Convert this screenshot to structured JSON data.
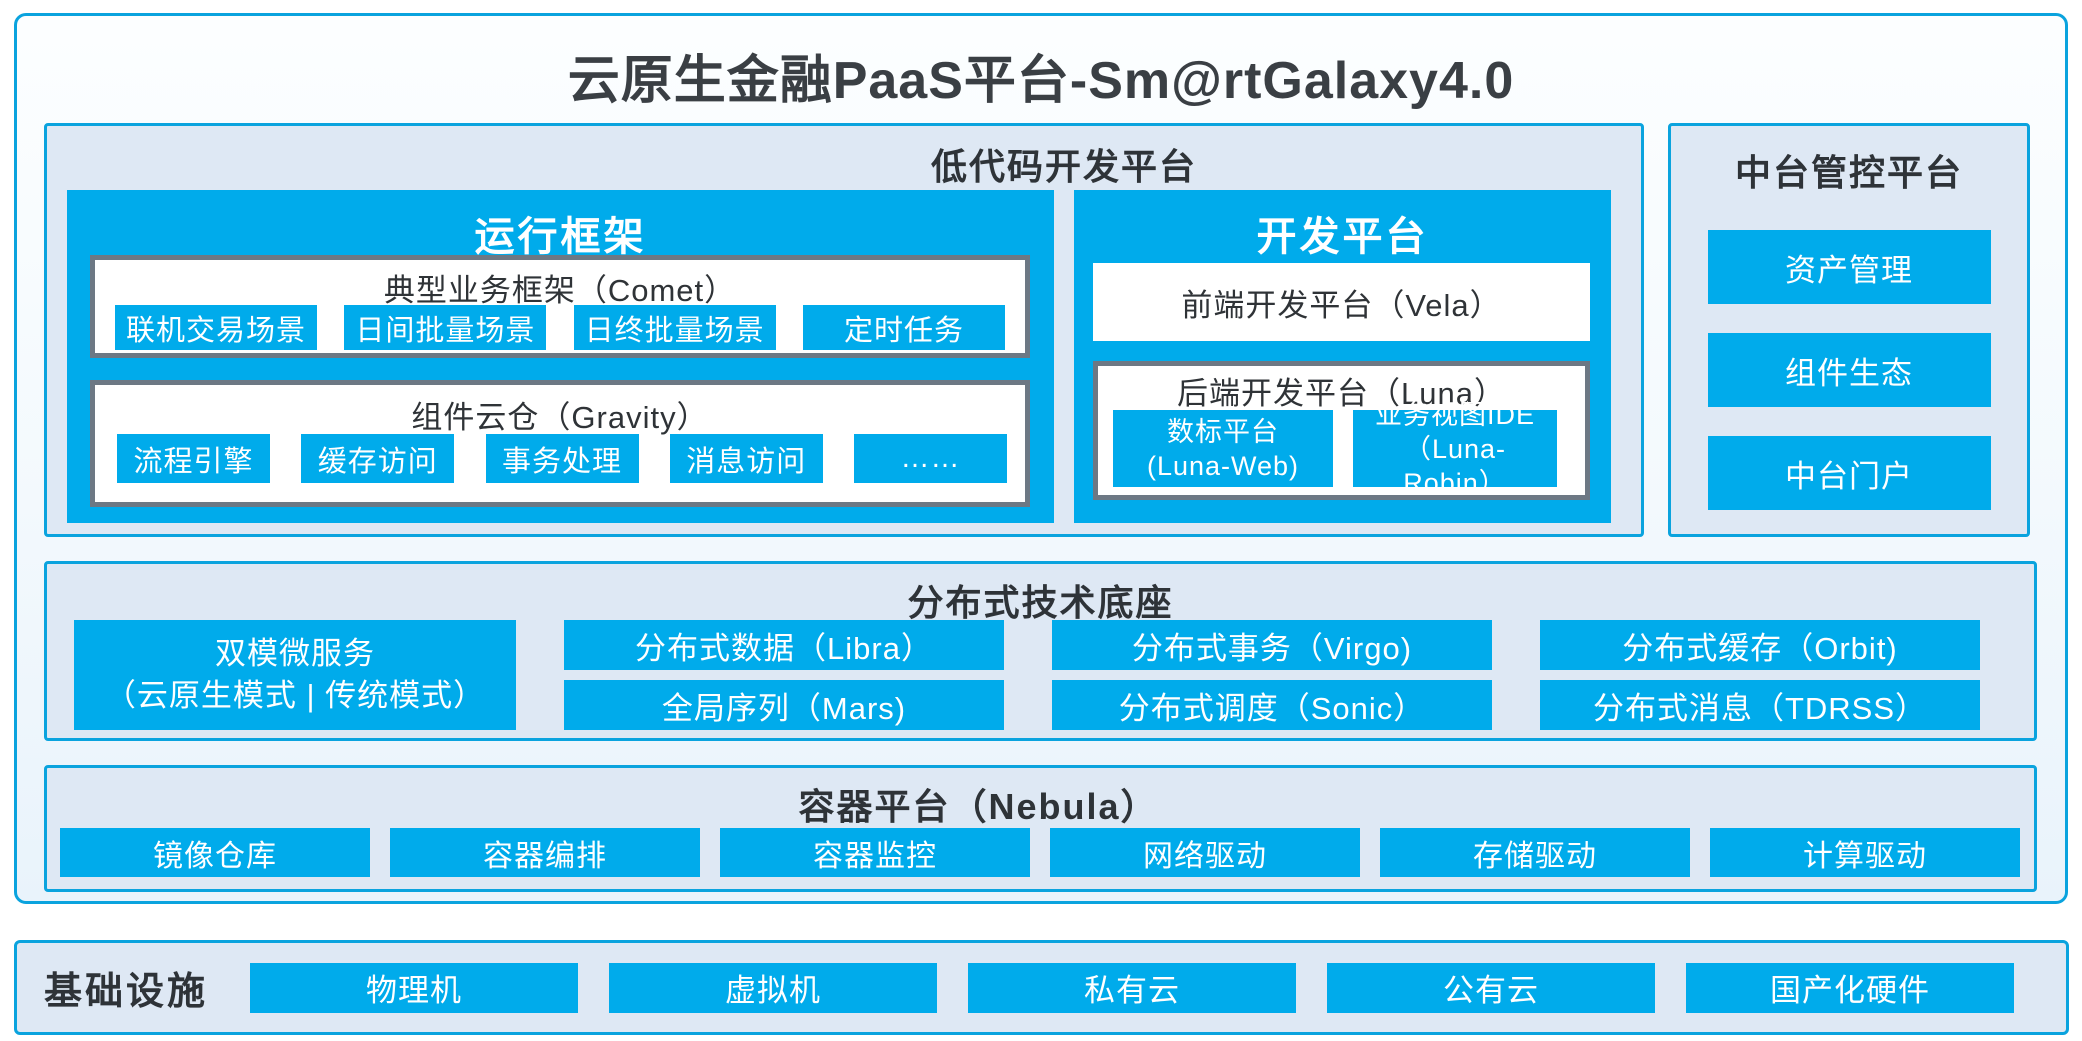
{
  "colors": {
    "blue": "#00abeb",
    "blue_border": "#0aa3de",
    "panel_bg": "#dee8f4",
    "gray_border": "#6d7884",
    "text_dark": "#33383d"
  },
  "title": "云原生金融PaaS平台-Sm@rtGalaxy4.0",
  "lowcode": {
    "title": "低代码开发平台",
    "runtime": {
      "title": "运行框架",
      "comet": {
        "title": "典型业务框架（Comet）",
        "items": [
          "联机交易场景",
          "日间批量场景",
          "日终批量场景",
          "定时任务"
        ]
      },
      "gravity": {
        "title": "组件云仓（Gravity）",
        "items": [
          "流程引擎",
          "缓存访问",
          "事务处理",
          "消息访问",
          "……"
        ]
      }
    },
    "dev": {
      "title": "开发平台",
      "vela": {
        "title": "前端开发平台（Vela）"
      },
      "luna": {
        "title": "后端开发平台（Luna）",
        "items": [
          {
            "line1": "数标平台",
            "line2": "(Luna-Web)"
          },
          {
            "line1": "业务视图IDE",
            "line2": "（Luna-Robin）"
          }
        ]
      }
    }
  },
  "midplatform": {
    "title": "中台管控平台",
    "items": [
      "资产管理",
      "组件生态",
      "中台门户"
    ]
  },
  "distributed": {
    "title": "分布式技术底座",
    "dual": {
      "line1": "双模微服务",
      "line2": "（云原生模式 | 传统模式）"
    },
    "columns": [
      [
        "分布式数据（Libra）",
        "全局序列（Mars)"
      ],
      [
        "分布式事务（Virgo)",
        "分布式调度（Sonic）"
      ],
      [
        "分布式缓存（Orbit)",
        "分布式消息（TDRSS）"
      ]
    ]
  },
  "container_platform": {
    "title": "容器平台（Nebula）",
    "items": [
      "镜像仓库",
      "容器编排",
      "容器监控",
      "网络驱动",
      "存储驱动",
      "计算驱动"
    ]
  },
  "infrastructure": {
    "label": "基础设施",
    "items": [
      "物理机",
      "虚拟机",
      "私有云",
      "公有云",
      "国产化硬件"
    ]
  }
}
